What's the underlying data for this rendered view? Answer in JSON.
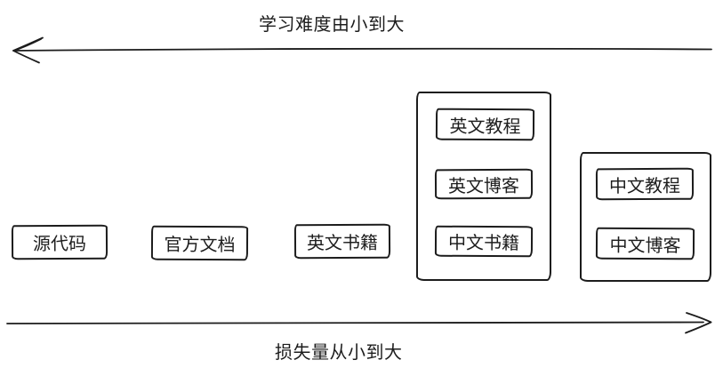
{
  "diagram": {
    "top_axis": {
      "label": "学习难度由小到大",
      "arrow_direction": "left"
    },
    "bottom_axis": {
      "label": "损失量从小到大",
      "arrow_direction": "right"
    },
    "nodes": [
      {
        "id": "source-code",
        "label": "源代码"
      },
      {
        "id": "official-docs",
        "label": "官方文档"
      },
      {
        "id": "english-books",
        "label": "英文书籍"
      }
    ],
    "groups": [
      {
        "id": "group-english-and-chinese-books",
        "items": [
          {
            "id": "english-tutorial",
            "label": "英文教程"
          },
          {
            "id": "english-blog",
            "label": "英文博客"
          },
          {
            "id": "chinese-books",
            "label": "中文书籍"
          }
        ]
      },
      {
        "id": "group-chinese-tutorial-blog",
        "items": [
          {
            "id": "chinese-tutorial",
            "label": "中文教程"
          },
          {
            "id": "chinese-blog",
            "label": "中文博客"
          }
        ]
      }
    ],
    "colors": {
      "stroke": "#1c1c1c",
      "background": "#ffffff"
    }
  }
}
